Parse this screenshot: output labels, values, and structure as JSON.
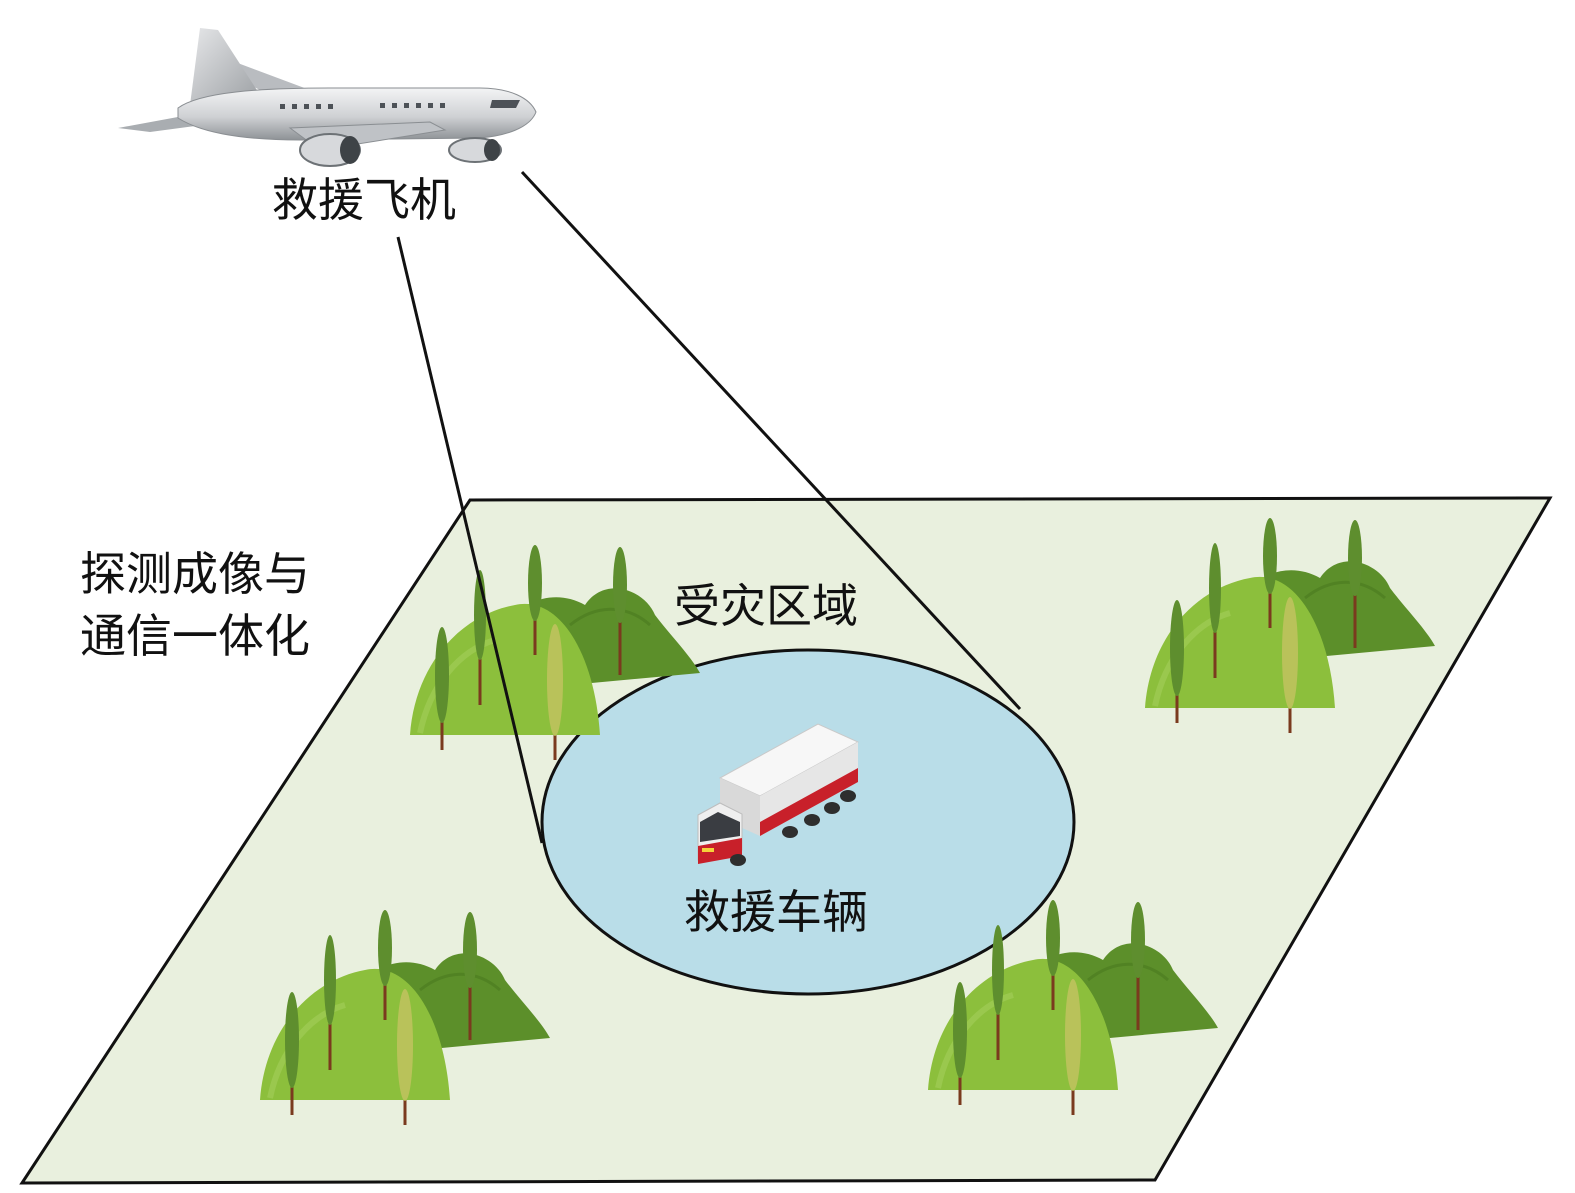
{
  "labels": {
    "aircraft": "救援飞机",
    "mode_line1": "探测成像与",
    "mode_line2": "通信一体化",
    "area": "受灾区域",
    "vehicle": "救援车辆"
  },
  "colors": {
    "ground": "#e9f0de",
    "zone": "#b9dde8",
    "hill_light": "#8cbf3c",
    "hill_dark": "#5c8f2a",
    "cypress": "#5e8e2e",
    "cypress_light": "#b9c25a",
    "truck_red": "#c8202a",
    "truck_white": "#f2f2f2",
    "plane_gray": "#c9cbce",
    "outline": "#111111"
  },
  "icons": {
    "aircraft": "airplane-icon",
    "vehicle": "truck-icon",
    "trees": "tree-cluster-icon"
  }
}
